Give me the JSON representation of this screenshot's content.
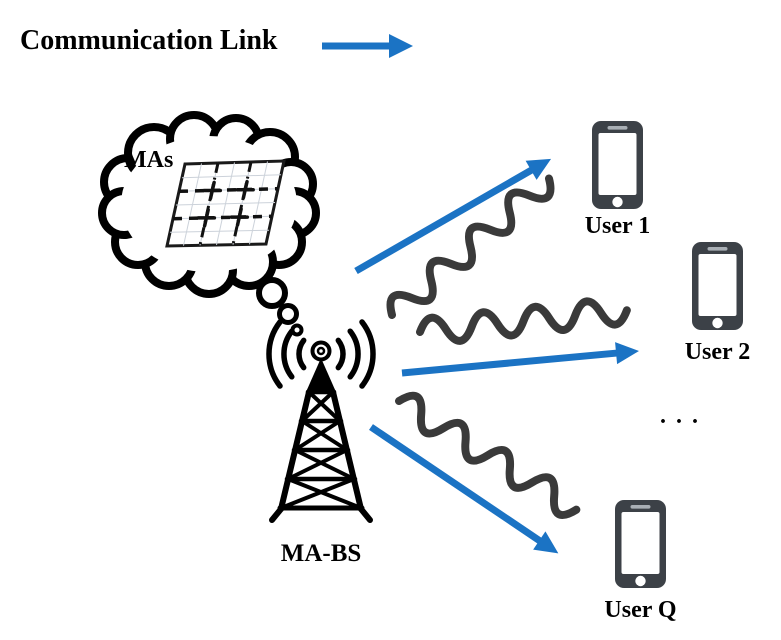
{
  "legend": {
    "label": "Communication Link"
  },
  "cloud": {
    "label": "MAs"
  },
  "base_station": {
    "label": "MA-BS"
  },
  "users": [
    {
      "label": "User 1"
    },
    {
      "label": "User 2"
    },
    {
      "label": "User Q"
    }
  ],
  "ellipsis": ". . .",
  "colors": {
    "link_blue": "#1b73c4",
    "wave_gray": "#3a3a3a",
    "phone_body": "#3c4147",
    "outline_black": "#000000"
  },
  "icons": {
    "legend-arrow-icon": "right-pointing blue arrow",
    "thought-cloud-icon": "black outlined thought cloud",
    "antenna-array-icon": "tilted 3x3 dashed grid (movable antenna surface)",
    "cloud-tail-bubbles-icon": "three shrinking thought bubbles",
    "base-station-tower-icon": "black lattice radio tower",
    "radio-waves-icon": "concentric transmission arcs",
    "link-arrow-icon": "blue communication link arrow",
    "signal-wave-icon": "dark gray sinusoid squiggle",
    "smartphone-icon": "dark smartphone with white screen"
  }
}
